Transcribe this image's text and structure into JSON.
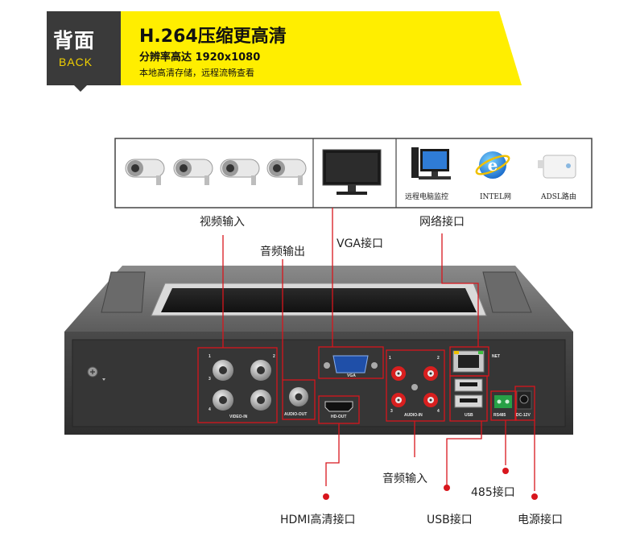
{
  "header": {
    "tag_zh": "背面",
    "tag_en": "BACK",
    "title": "H.264压缩更高清",
    "subtitle": "分辨率高达 1920x1080",
    "subtitle2": "本地高清存储，远程流畅查看"
  },
  "devices": {
    "computer_label": "远程电脑监控",
    "ie_label": "INTEL网",
    "router_label": "ADSL路由"
  },
  "callouts": {
    "video_in": "视频输入",
    "audio_out": "音频输出",
    "vga": "VGA接口",
    "network": "网络接口",
    "hdmi": "HDMI高清接口",
    "audio_in": "音频输入",
    "usb": "USB接口",
    "rs485": "485接口",
    "power": "电源接口"
  },
  "panel_labels": {
    "video_in": "VIDEO-IN",
    "audio_out": "AUDIO-OUT",
    "vga": "VGA",
    "hd_out": "HD-OUT",
    "audio_in": "AUDIO-IN",
    "usb": "USB",
    "net": "NET",
    "rs485": "RS485",
    "dc": "DC-12V",
    "ch_1": "1",
    "ch_2": "2",
    "ch_3": "3",
    "ch_4": "4",
    "a_1": "1",
    "a_2": "2",
    "a_3": "3",
    "a_4": "4"
  },
  "colors": {
    "accent_yellow": "#ffee00",
    "banner_dark": "#3a3a3a",
    "callout_red": "#d8161d",
    "device_body": "#5a5a5a"
  }
}
